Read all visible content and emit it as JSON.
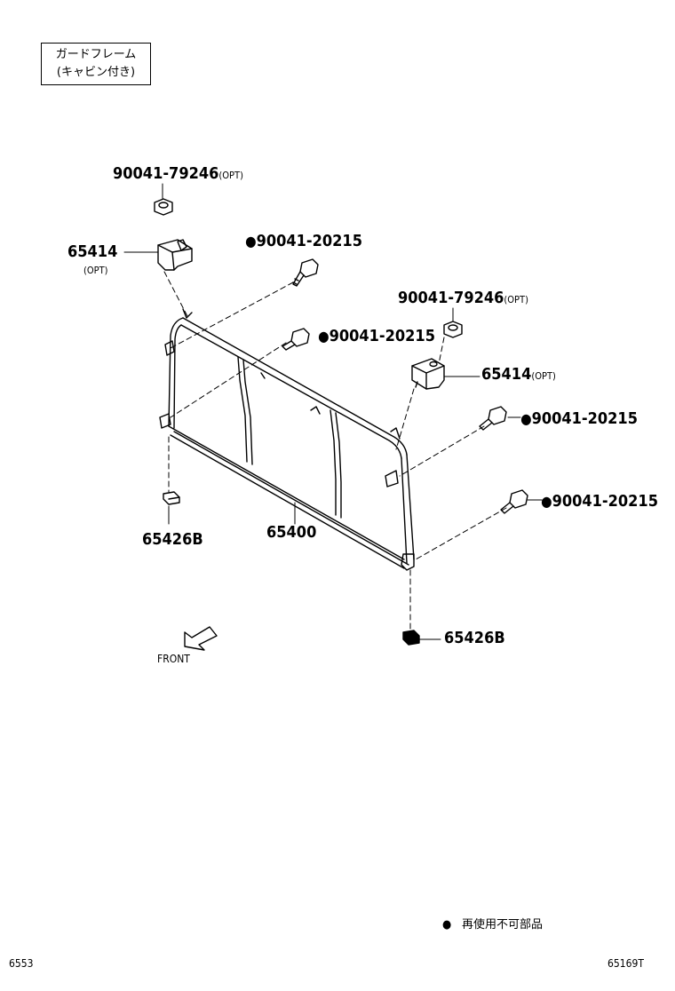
{
  "title": {
    "line1": "ガードフレーム",
    "line2": "(キャビン付き)"
  },
  "labels": {
    "bolt_top_left": "90041-79246",
    "bolt_top_left_opt": "(OPT)",
    "bracket_left": "65414",
    "bracket_left_opt": "(OPT)",
    "screw_1": "90041-20215",
    "bolt_top_right": "90041-79246",
    "bolt_top_right_opt": "(OPT)",
    "screw_2": "90041-20215",
    "bracket_right": "65414",
    "bracket_right_opt": "(OPT)",
    "screw_3": "90041-20215",
    "screw_4": "90041-20215",
    "frame": "65400",
    "pad_left": "65426B",
    "pad_right": "65426B",
    "front": "FRONT"
  },
  "legend": {
    "symbol": "●",
    "text": "再使用不可部品"
  },
  "footer": {
    "left_code": "6553",
    "right_code": "65169T"
  }
}
